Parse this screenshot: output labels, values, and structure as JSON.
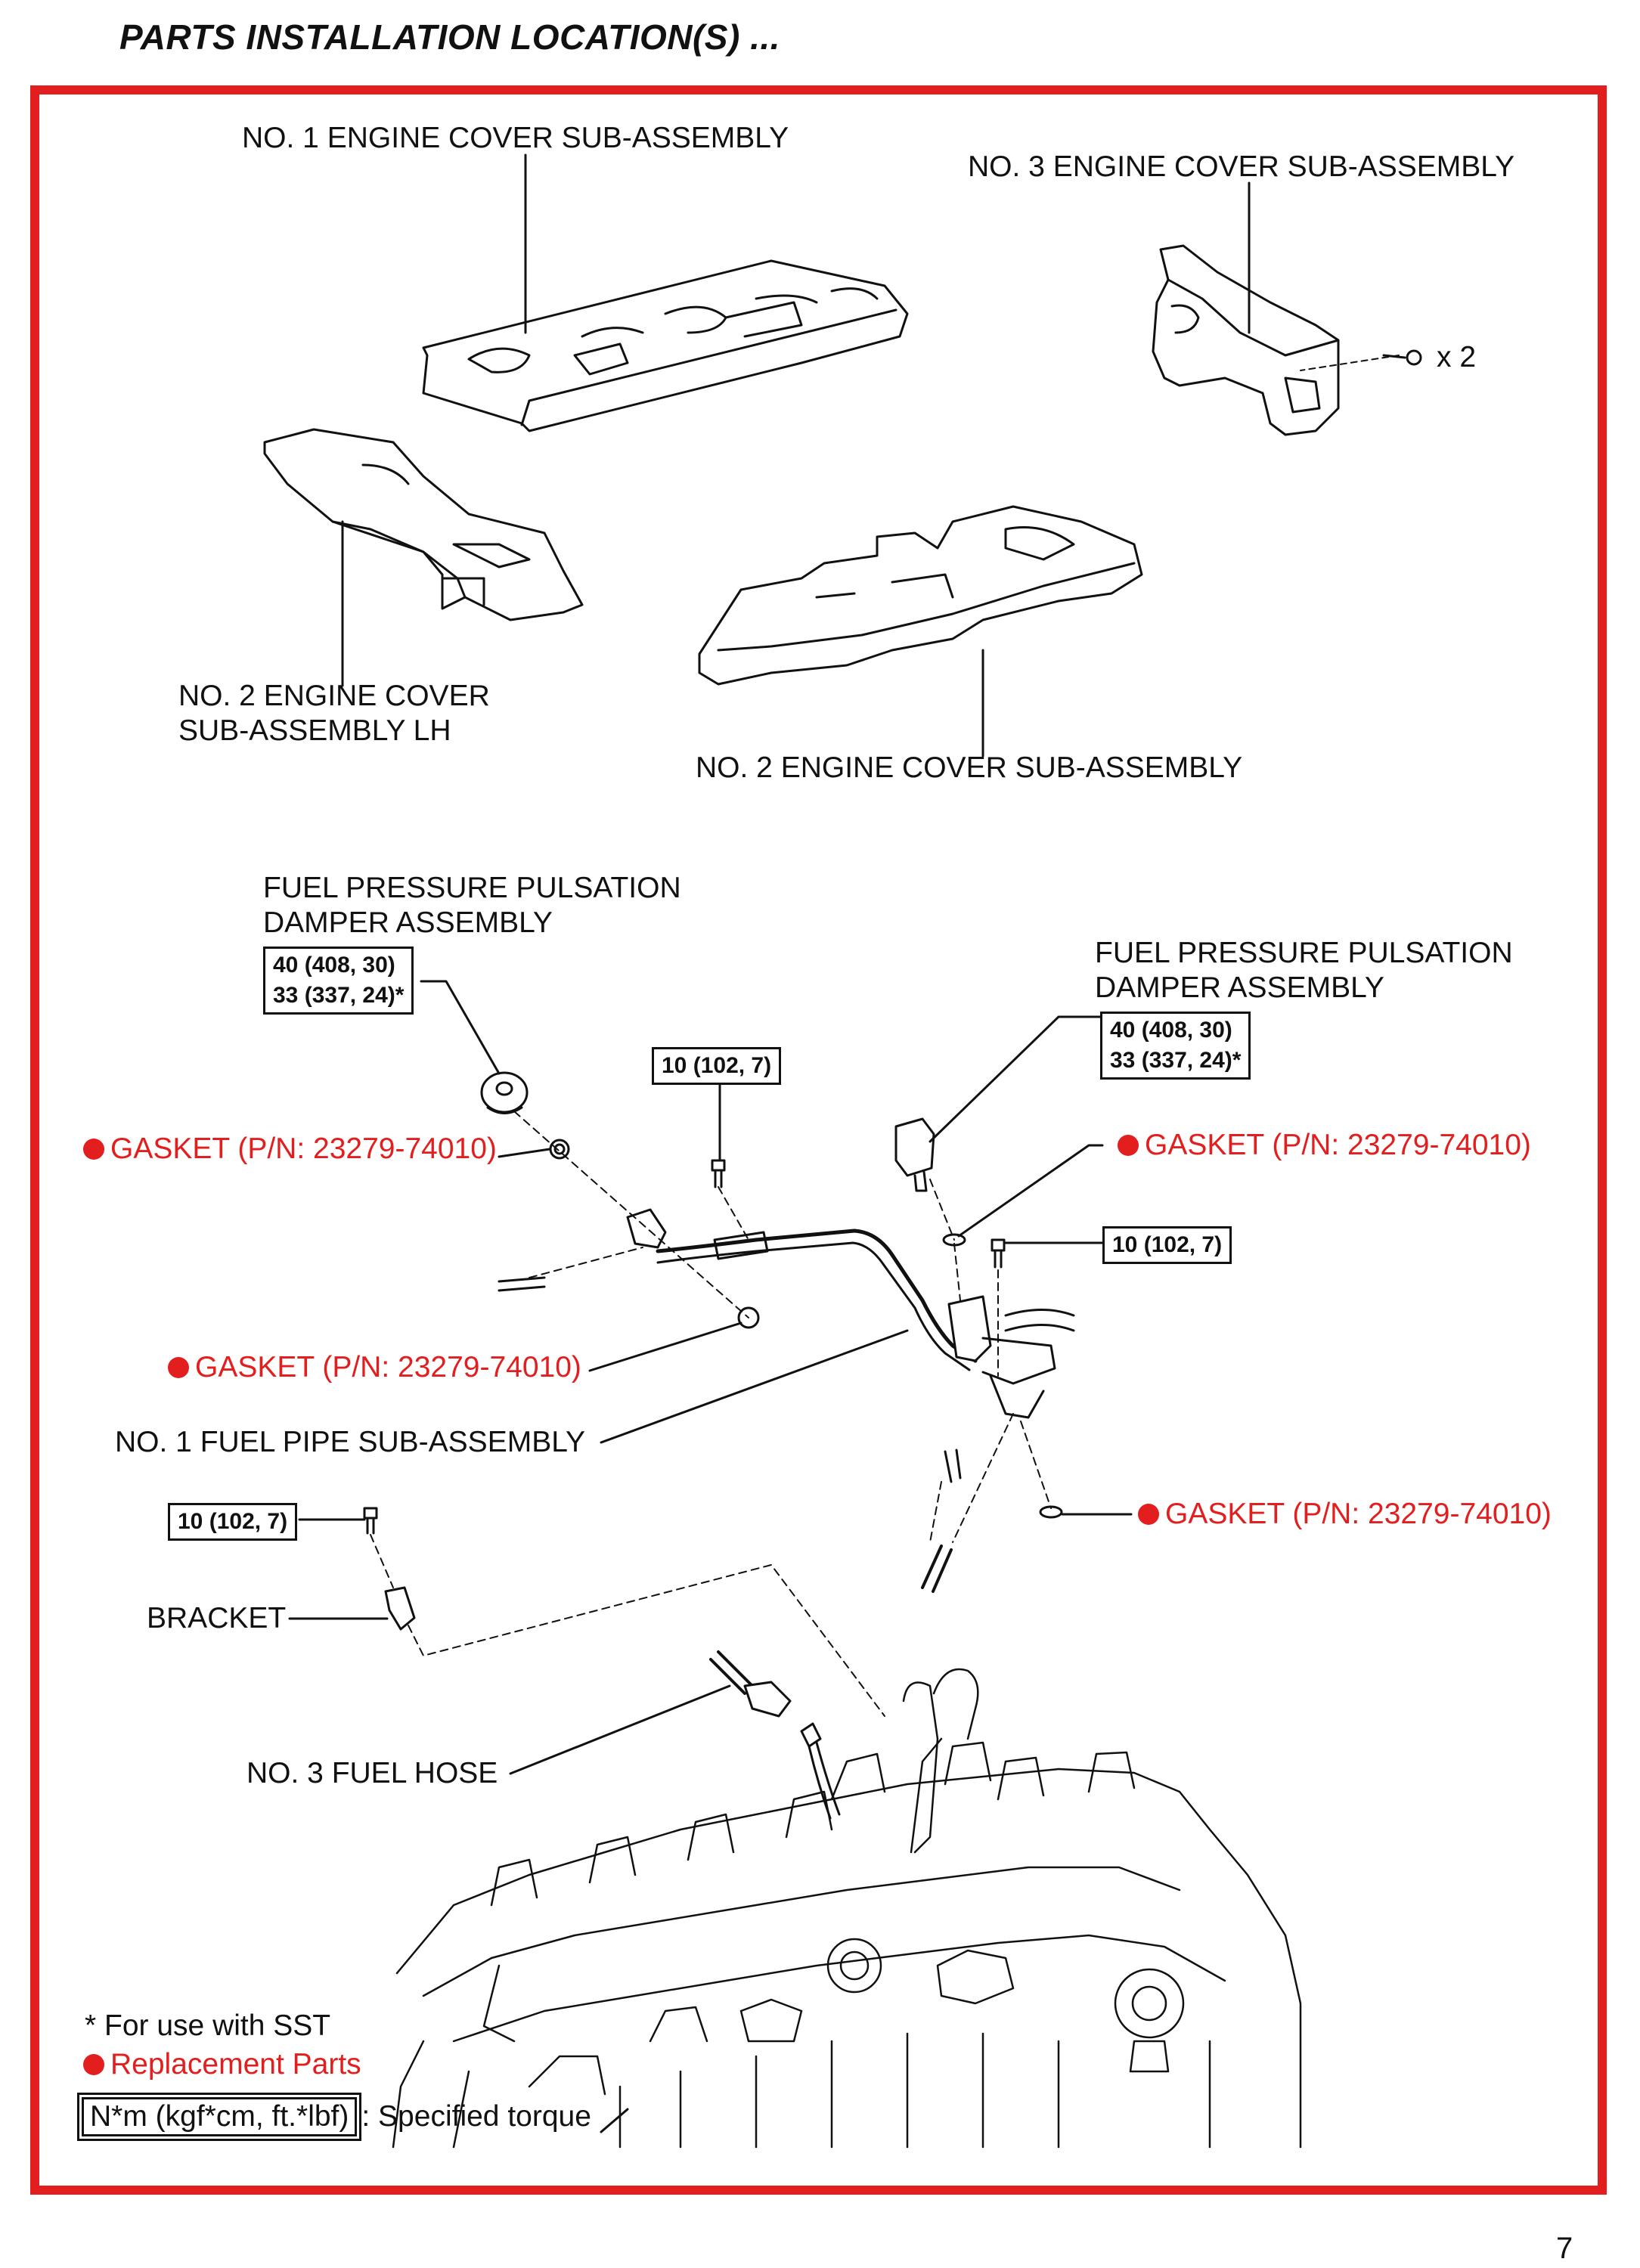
{
  "header": {
    "title": "PARTS INSTALLATION LOCATION(S) ..."
  },
  "labels": {
    "cover1": "NO. 1 ENGINE COVER SUB-ASSEMBLY",
    "cover3": "NO. 3 ENGINE COVER SUB-ASSEMBLY",
    "cover3_qty": "x 2",
    "cover2lh_line1": "NO. 2 ENGINE COVER",
    "cover2lh_line2": "SUB-ASSEMBLY LH",
    "cover2": "NO. 2 ENGINE COVER SUB-ASSEMBLY",
    "damper_left_line1": "FUEL PRESSURE PULSATION",
    "damper_left_line2": "DAMPER ASSEMBLY",
    "damper_right_line1": "FUEL PRESSURE PULSATION",
    "damper_right_line2": "DAMPER ASSEMBLY",
    "fuel_pipe": "NO. 1 FUEL PIPE SUB-ASSEMBLY",
    "bracket": "BRACKET",
    "fuel_hose": "NO. 3 FUEL HOSE"
  },
  "gaskets": {
    "g1": "GASKET (P/N: 23279-74010)",
    "g2": "GASKET (P/N: 23279-74010)",
    "g3": "GASKET (P/N: 23279-74010)",
    "g4": "GASKET (P/N: 23279-74010)"
  },
  "torques": {
    "damper_left_a": "40 (408, 30)",
    "damper_left_b": "33 (337, 24)*",
    "damper_right_a": "40 (408, 30)",
    "damper_right_b": "33 (337, 24)*",
    "bolt_center": "10 (102, 7)",
    "bolt_right": "10 (102, 7)",
    "bolt_left": "10 (102, 7)"
  },
  "legend": {
    "sst": "* For use with SST",
    "replacement": "Replacement Parts",
    "torque_units": "N*m (kgf*cm, ft.*lbf)",
    "torque_desc": ": Specified torque"
  },
  "page": {
    "number": "7"
  },
  "colors": {
    "frame": "#e31e1e",
    "replacement": "#e31e1e",
    "ink": "#111111"
  }
}
